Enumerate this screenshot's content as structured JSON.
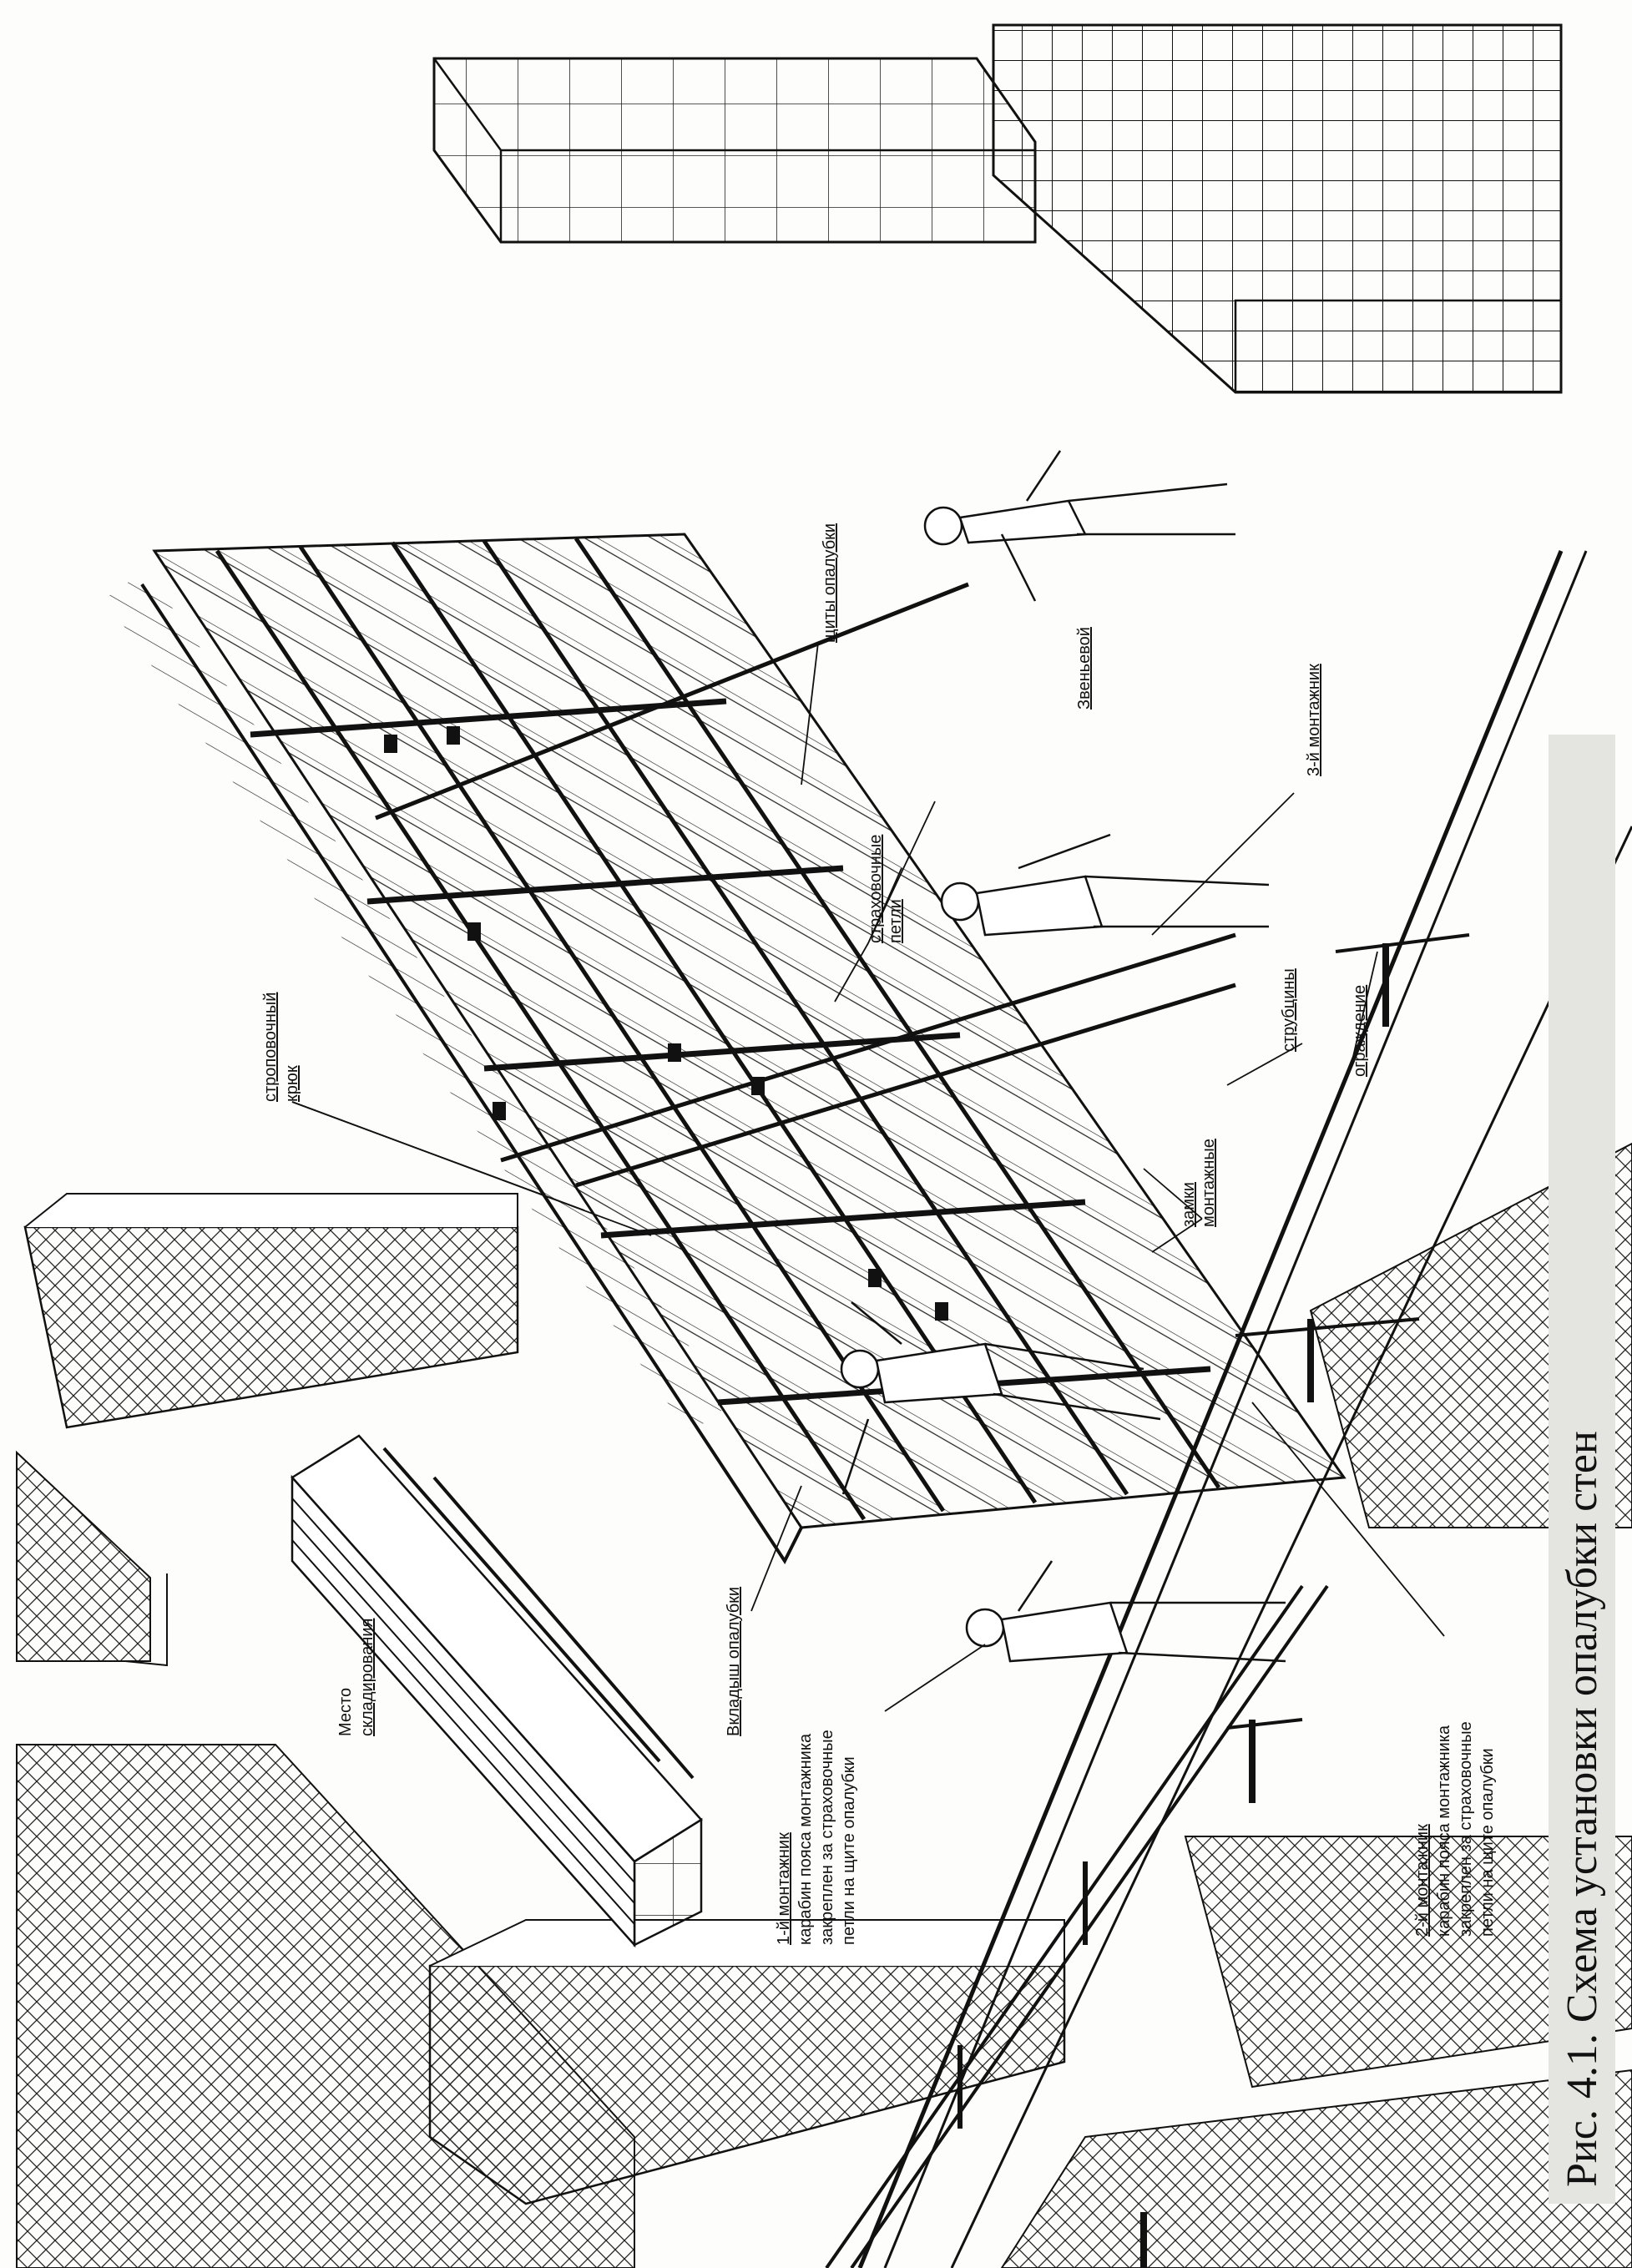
{
  "figure": {
    "caption": "Рис. 4.1. Схема установки опалубки стен",
    "labels": {
      "storage_place": [
        "Место",
        "складирования"
      ],
      "formwork_insert": "Вкладыш опалубки",
      "installer_1": [
        "1-й монтажник",
        "карабин пояса монтажника",
        "закреплен за страховочные",
        "петли на щите опалубки"
      ],
      "installer_2": [
        "2-й монтажник",
        "карабин пояса монтажника",
        "закреплен за страховочные",
        "петли на щите опалубки"
      ],
      "installer_3": "3-й монтажник",
      "foreman": "Звеньевой",
      "sling_hook": [
        "строповочный",
        "крюк"
      ],
      "safety_loops": [
        "страховочные",
        "петли"
      ],
      "formwork_panels": "щиты опалубки",
      "mounting_clamps": [
        "замки",
        "монтажные"
      ],
      "braces": "струбцины",
      "fence": "ограждение"
    }
  }
}
